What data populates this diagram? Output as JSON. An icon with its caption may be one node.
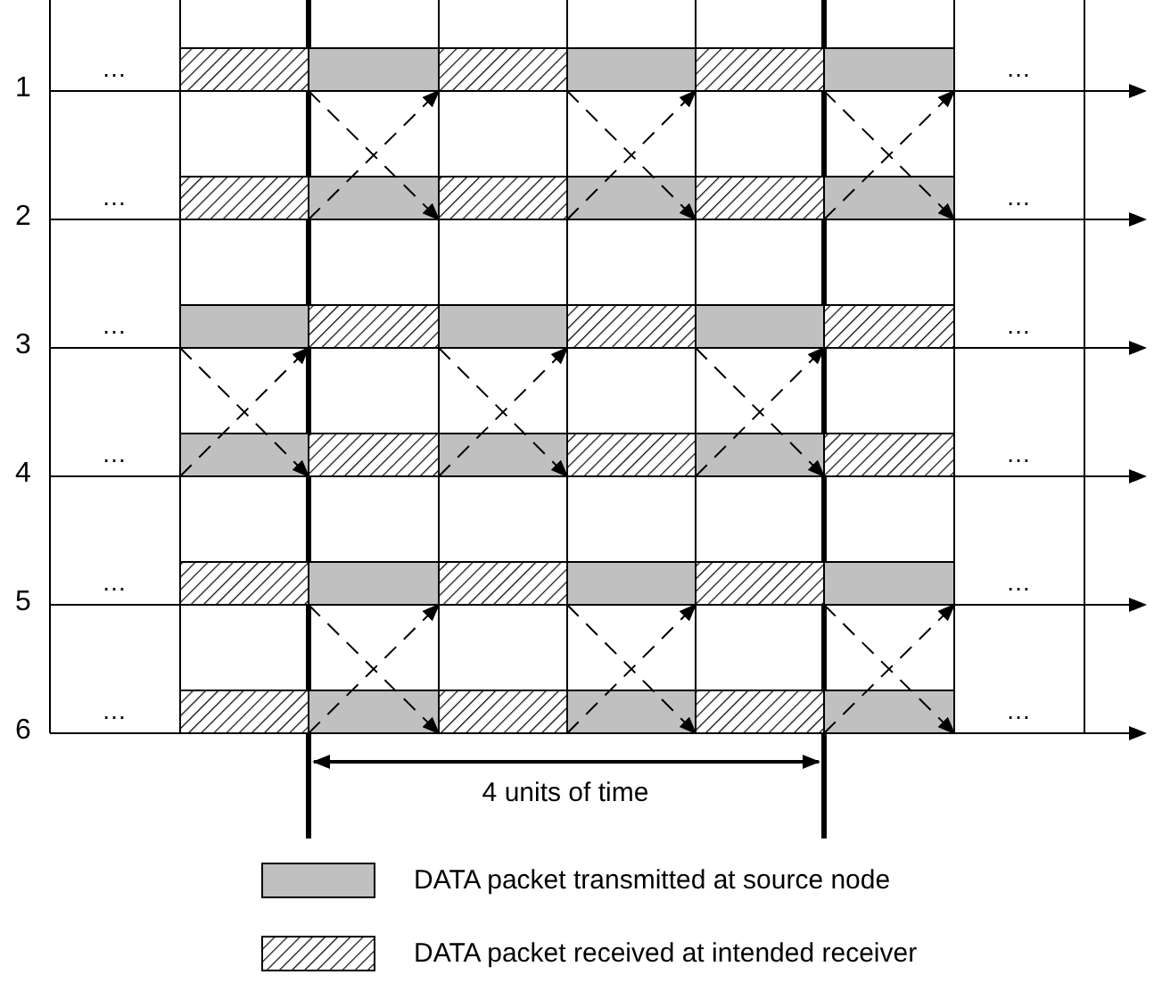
{
  "diagram": {
    "labels": [
      "…",
      "…",
      "1",
      "…",
      "…",
      "2",
      "…",
      "…",
      "3",
      "…",
      "…",
      "4",
      "…",
      "…",
      "5",
      "…",
      "…",
      "6",
      "4 units of time"
    ],
    "legend": [
      {
        "text": "DATA packet transmitted at source node",
        "color": "#c0c0c0"
      },
      {
        "text": "DATA packet received at intended receiver"
      }
    ]
  }
}
